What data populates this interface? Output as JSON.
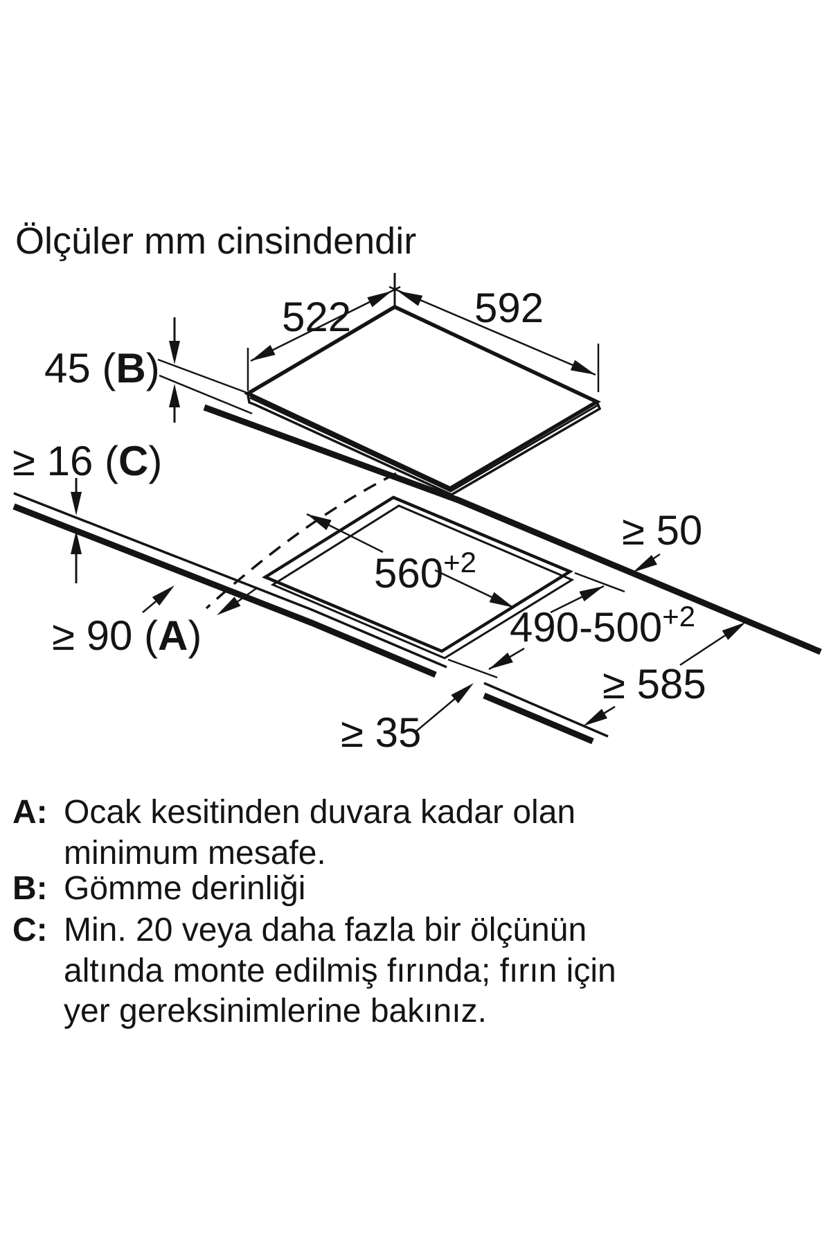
{
  "title": "Ölçüler mm cinsindendir",
  "diagram": {
    "dimensions": {
      "hob_width_left": "522",
      "hob_width_right": "592",
      "build_in_depth": {
        "prefix": "45 (",
        "letter": "B",
        "suffix": ")"
      },
      "min_worktop_thickness": {
        "prefix": "≥ 16 (",
        "letter": "C",
        "suffix": ")"
      },
      "min_wall_distance": {
        "prefix": "≥ 90 (",
        "letter": "A",
        "suffix": ")"
      },
      "cutout_width": {
        "value": "560",
        "tolerance": "+2"
      },
      "cutout_depth": {
        "value": "490-500",
        "tolerance": "+2"
      },
      "min_rear_clearance": "≥ 50",
      "min_front_clearance": "≥ 35",
      "min_worktop_depth": "≥ 585"
    }
  },
  "legend": {
    "a": {
      "label": "A:",
      "lines": [
        "Ocak kesitinden duvara kadar olan",
        "minimum mesafe."
      ]
    },
    "b": {
      "label": "B:",
      "lines": [
        "Gömme derinliği"
      ]
    },
    "c": {
      "label": "C:",
      "lines": [
        "Min. 20 veya daha fazla bir ölçünün",
        "altında monte edilmiş fırında; fırın için",
        "yer gereksinimlerine bakınız."
      ]
    }
  },
  "colors": {
    "ink": "#141414",
    "background": "#ffffff"
  }
}
